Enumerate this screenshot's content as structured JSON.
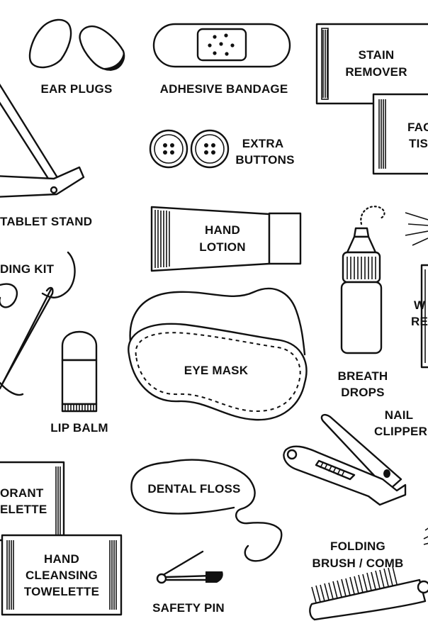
{
  "labels": {
    "ear_plugs": "EAR PLUGS",
    "adhesive_bandage": "ADHESIVE BANDAGE",
    "stain_remover_1": "STAIN",
    "stain_remover_2": "REMOVER",
    "facial_tissue_1": "FAC",
    "facial_tissue_2": "TIS",
    "extra_buttons_1": "EXTRA",
    "extra_buttons_2": "BUTTONS",
    "tablet_stand": "TABLET STAND",
    "hand_lotion_1": "HAND",
    "hand_lotion_2": "LOTION",
    "sewing_kit": "DING KIT",
    "wipe_1": "W",
    "wipe_2": "RE",
    "eye_mask": "EYE MASK",
    "breath_drops_1": "BREATH",
    "breath_drops_2": "DROPS",
    "nail_clipper_1": "NAIL",
    "nail_clipper_2": "CLIPPER",
    "lip_balm": "LIP BALM",
    "deodorant_1": "ORANT",
    "deodorant_2": "ELETTE",
    "dental_floss": "DENTAL FLOSS",
    "hand_towelette_1": "HAND",
    "hand_towelette_2": "CLEANSING",
    "hand_towelette_3": "TOWELETTE",
    "folding_brush_1": "FOLDING",
    "folding_brush_2": "BRUSH / COMB",
    "safety_pin": "SAFETY PIN"
  },
  "icons": [
    "ear-plugs-icon",
    "adhesive-bandage-icon",
    "stain-remover-icon",
    "facial-tissue-icon",
    "extra-buttons-icon",
    "tablet-stand-icon",
    "hand-lotion-icon",
    "sewing-kit-icon",
    "breath-drops-icon",
    "spray-icon",
    "wipe-icon",
    "eye-mask-icon",
    "nail-clipper-icon",
    "lip-balm-icon",
    "deodorant-towelette-icon",
    "dental-floss-icon",
    "hand-towelette-icon",
    "safety-pin-icon",
    "folding-brush-comb-icon"
  ],
  "colors": {
    "ink": "#111111",
    "background": "#ffffff"
  }
}
